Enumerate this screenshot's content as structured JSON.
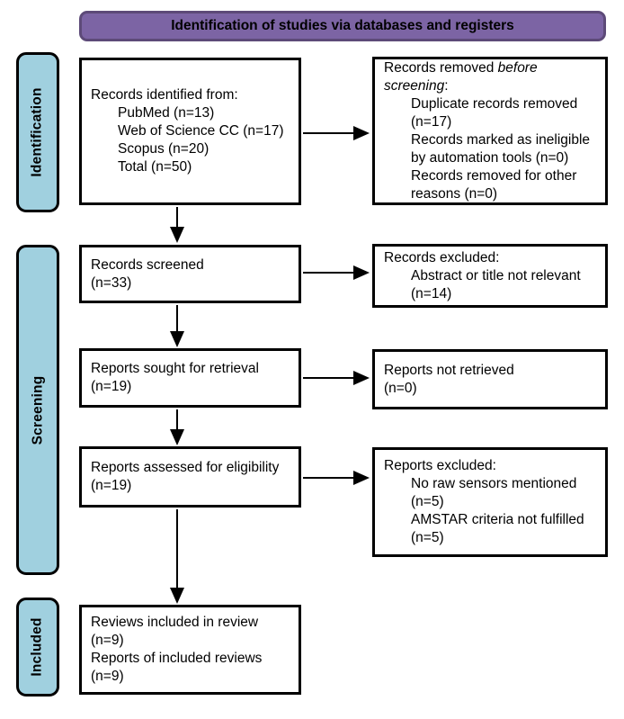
{
  "header": {
    "title": "Identification of studies via databases and registers"
  },
  "colors": {
    "header_fill": "#7C64A4",
    "header_border": "#5D4A78",
    "stage_fill": "#A0D0DF",
    "box_border": "#000000",
    "box_fill": "#FFFFFF",
    "arrow": "#000000"
  },
  "stages": {
    "identification": "Identification",
    "screening": "Screening",
    "included": "Included"
  },
  "boxes": {
    "records_identified": {
      "line1": "Records identified from:",
      "line2": "PubMed (n=13)",
      "line3": "Web of Science CC (n=17)",
      "line4": "Scopus (n=20)",
      "line5": "Total (n=50)"
    },
    "records_removed": {
      "line1_normal": "Records removed ",
      "line1_italic": "before",
      "line2_italic": "screening",
      "line2_normal": ":",
      "line3": "Duplicate records removed",
      "line4": "(n=17)",
      "line5": "Records marked as ineligible",
      "line6": "by automation tools (n=0)",
      "line7": "Records removed for other",
      "line8": "reasons (n=0)"
    },
    "records_screened": {
      "line1": "Records screened",
      "line2": "(n=33)"
    },
    "records_excluded": {
      "line1": "Records excluded:",
      "line2": "Abstract or title not relevant",
      "line3": "(n=14)"
    },
    "reports_sought": {
      "line1": "Reports sought for retrieval",
      "line2": "(n=19)"
    },
    "reports_not_retrieved": {
      "line1": "Reports not retrieved",
      "line2": "(n=0)"
    },
    "reports_assessed": {
      "line1": "Reports assessed for eligibility",
      "line2": "(n=19)"
    },
    "reports_excluded": {
      "line1": "Reports excluded:",
      "line2": "No raw sensors mentioned",
      "line3": "(n=5)",
      "line4": "AMSTAR criteria not fulfilled",
      "line5": "(n=5)"
    },
    "reviews_included": {
      "line1": "Reviews included in review",
      "line2": "(n=9)",
      "line3": "Reports of included reviews",
      "line4": "(n=9)"
    }
  }
}
